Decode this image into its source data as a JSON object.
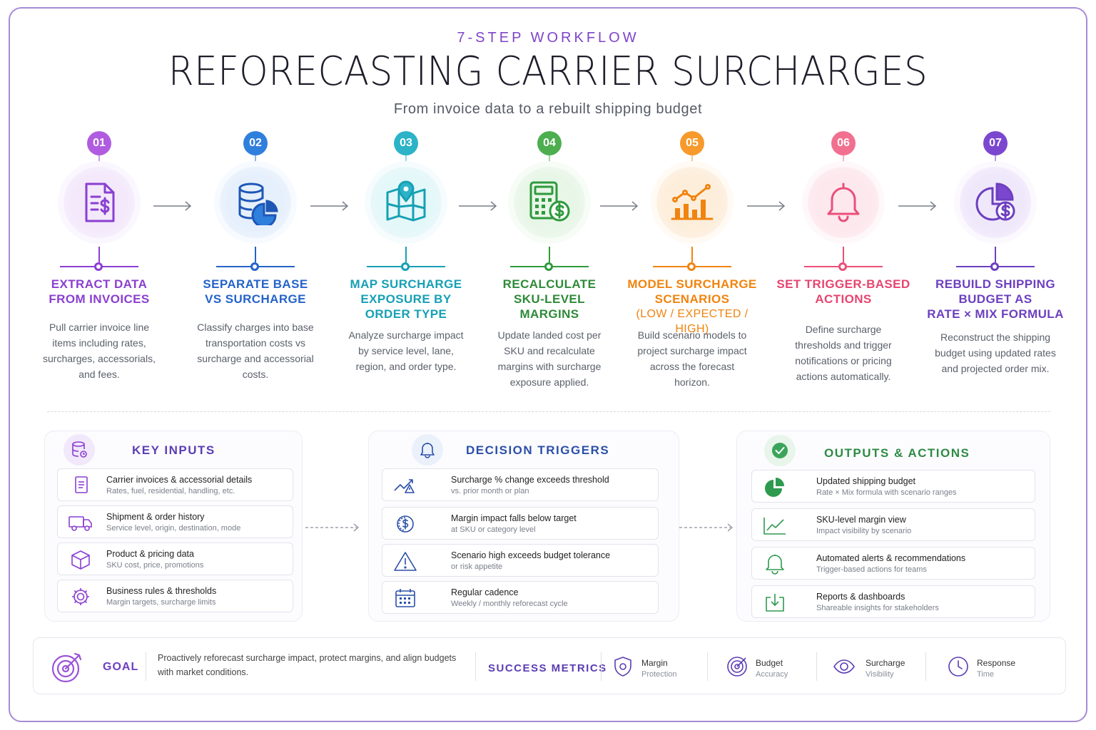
{
  "header": {
    "kicker": "7-STEP WORKFLOW",
    "title": "REFORECASTING CARRIER SURCHARGES",
    "subtitle": "From invoice data to a rebuilt shipping budget"
  },
  "steps": [
    {
      "number": "01",
      "icon": "invoice-dollar-icon",
      "color": "#8a3fd1",
      "title": [
        "EXTRACT DATA",
        "FROM INVOICES"
      ],
      "desc": "Pull carrier invoice line items including rates, surcharges, accessorials, and fees."
    },
    {
      "number": "02",
      "icon": "database-pie-icon",
      "color": "#2563c9",
      "title": [
        "SEPARATE BASE",
        "VS SURCHARGE"
      ],
      "desc": "Classify charges into base transportation costs vs surcharge and accessorial costs."
    },
    {
      "number": "03",
      "icon": "map-pin-icon",
      "color": "#16a0b4",
      "title": [
        "MAP SURCHARGE",
        "EXPOSURE BY",
        "ORDER TYPE"
      ],
      "desc": "Analyze surcharge impact by service level, lane, region, and order type."
    },
    {
      "number": "04",
      "icon": "calculator-dollar-icon",
      "color": "#2e9a3c",
      "title": [
        "RECALCULATE",
        "SKU-LEVEL",
        "MARGINS"
      ],
      "desc": "Update landed cost per SKU and recalculate margins with surcharge exposure applied."
    },
    {
      "number": "05",
      "icon": "bar-trend-chart-icon",
      "color": "#f0840f",
      "title": [
        "MODEL SURCHARGE",
        "SCENARIOS",
        "(LOW / EXPECTED / HIGH)"
      ],
      "desc": "Build scenario models to project surcharge impact across the forecast horizon."
    },
    {
      "number": "06",
      "icon": "bell-icon",
      "color": "#ea4f79",
      "title": [
        "SET TRIGGER-BASED",
        "ACTIONS"
      ],
      "desc": "Define surcharge thresholds and trigger notifications or pricing actions automatically."
    },
    {
      "number": "07",
      "icon": "pie-dollar-icon",
      "color": "#6d3fbf",
      "title": [
        "REBUILD SHIPPING",
        "BUDGET AS",
        "RATE × MIX FORMULA"
      ],
      "desc": "Reconstruct the shipping budget using updated rates and projected order mix."
    }
  ],
  "panels": {
    "inputs": {
      "title": "KEY  INPUTS",
      "items": [
        {
          "main": "Carrier invoices & accessorial details",
          "sub": "Rates, fuel, residential, handling, etc."
        },
        {
          "main": "Shipment & order history",
          "sub": "Service level, origin, destination, mode"
        },
        {
          "main": "Product & pricing data",
          "sub": "SKU cost, price, promotions"
        },
        {
          "main": "Business rules & thresholds",
          "sub": "Margin targets, surcharge limits"
        }
      ]
    },
    "triggers": {
      "title": "DECISION  TRIGGERS",
      "items": [
        {
          "main": "Surcharge % change exceeds threshold",
          "sub": "vs. prior month or plan"
        },
        {
          "main": "Margin impact falls below target",
          "sub": "at SKU or category level"
        },
        {
          "main": "Scenario high exceeds budget tolerance",
          "sub": "or risk appetite"
        },
        {
          "main": "Regular cadence",
          "sub": "Weekly / monthly reforecast cycle"
        }
      ]
    },
    "outputs": {
      "title": "OUTPUTS  &  ACTIONS",
      "items": [
        {
          "main": "Updated shipping budget",
          "sub": "Rate × Mix formula with scenario ranges"
        },
        {
          "main": "SKU-level margin view",
          "sub": "Impact visibility by scenario"
        },
        {
          "main": "Automated alerts & recommendations",
          "sub": "Trigger-based actions for teams"
        },
        {
          "main": "Reports & dashboards",
          "sub": "Shareable insights for stakeholders"
        }
      ]
    }
  },
  "goal": {
    "label": "GOAL",
    "text": "Proactively reforecast surcharge impact, protect margins, and align budgets with market conditions.",
    "metrics_label": "SUCCESS  METRICS",
    "metrics": [
      {
        "line1": "Margin",
        "line2": "Protection",
        "icon": "shield-icon"
      },
      {
        "line1": "Budget",
        "line2": "Accuracy",
        "icon": "target-icon"
      },
      {
        "line1": "Surcharge",
        "line2": "Visibility",
        "icon": "eye-icon"
      },
      {
        "line1": "Response",
        "line2": "Time",
        "icon": "clock-icon"
      }
    ]
  }
}
